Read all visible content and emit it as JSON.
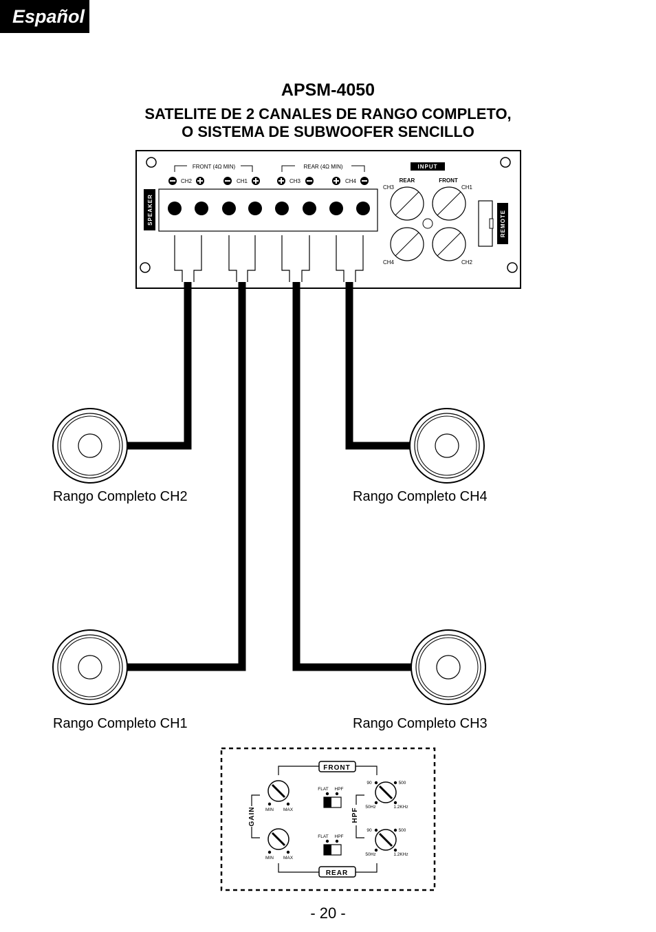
{
  "language_tab": "Español",
  "model": "APSM-4050",
  "subtitle_line1": "SATELITE DE 2 CANALES DE RANGO COMPLETO,",
  "subtitle_line2": "O SISTEMA DE SUBWOOFER SENCILLO",
  "amp": {
    "front_group": "FRONT (4Ω MIN)",
    "rear_group": "REAR (4Ω MIN)",
    "ch2": "CH2",
    "ch1": "CH1",
    "ch3": "CH3",
    "ch4": "CH4",
    "speaker": "SPEAKER",
    "input": "INPUT",
    "rear": "REAR",
    "front": "FRONT",
    "remote": "REMOTE",
    "in_ch3": "CH3",
    "in_ch1": "CH1",
    "in_ch4": "CH4",
    "in_ch2": "CH2"
  },
  "speakers": {
    "ch2": "Rango Completo CH2",
    "ch4": "Rango Completo CH4",
    "ch1": "Rango Completo CH1",
    "ch3": "Rango Completo CH3"
  },
  "controls": {
    "front": "FRONT",
    "rear": "REAR",
    "gain": "GAIN",
    "hpf": "HPF",
    "min": "MIN",
    "max": "MAX",
    "flat": "FLAT",
    "hpf_sw": "HPF",
    "f90": "90",
    "f500": "500",
    "f50": "50Hz",
    "f12k": "1.2KHz"
  },
  "page_number": "- 20 -"
}
